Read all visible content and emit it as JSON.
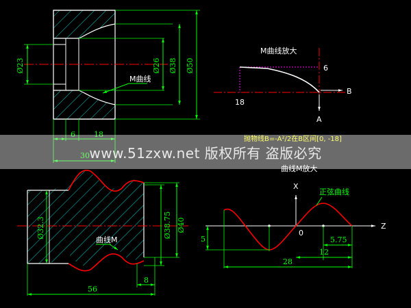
{
  "part1": {
    "dims": {
      "d23": "Ø23",
      "d26": "Ø26",
      "d38": "Ø38",
      "d50": "Ø50",
      "len6": "6",
      "len18": "18",
      "len30": "30"
    },
    "m_curve_label": "M曲线"
  },
  "parabola": {
    "title": "M曲线放大",
    "label_6": "6",
    "label_18": "18",
    "axis_b": "B",
    "axis_a": "A",
    "formula": "抛物线B=-A²/2在B区间[0, -18]"
  },
  "part2": {
    "dims": {
      "d32_3": "Ø32.3",
      "d38_75": "Ø38.75",
      "d40": "Ø40",
      "len8": "8",
      "len56": "56"
    },
    "m_curve_label": "曲线M"
  },
  "sine": {
    "title": "曲线M放大",
    "axis_x": "X",
    "axis_z": "Z",
    "origin": "0",
    "curve_label": "正弦曲线",
    "label_5": "5",
    "label_5_75": "5.75",
    "label_12": "12",
    "label_28": "28"
  },
  "watermark": "www.51zxw.net 版权所有 盗版必究",
  "colors": {
    "background": "#000000",
    "dimension": "#00ff00",
    "outline": "#ffffff",
    "hatch": "#00cccc",
    "curve": "#ff0000",
    "centerline": "#ff0000",
    "projection": "#ff00ff",
    "title": "#ffff00"
  }
}
